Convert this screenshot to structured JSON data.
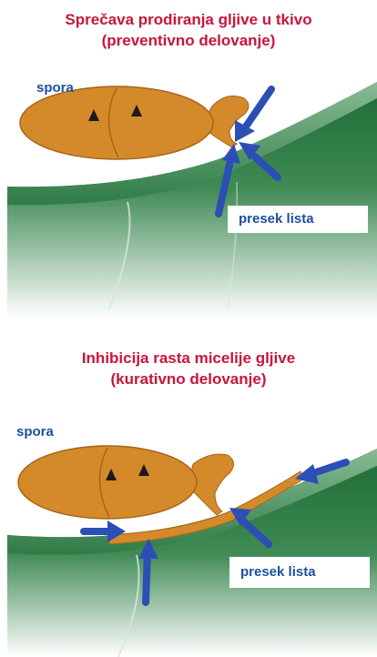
{
  "panels": [
    {
      "title_line1": "Sprečava prodiranja gljive u tkivo",
      "title_line2": "(preventivno delovanje)",
      "spore_label": "spora",
      "section_label": "presek lista"
    },
    {
      "title_line1": "Inhibicija rasta micelije gljive",
      "title_line2": "(kurativno delovanje)",
      "spore_label": "spora",
      "section_label": "presek lista"
    }
  ],
  "colors": {
    "title": "#c8143c",
    "label": "#1e50a0",
    "spore": "#d48a2a",
    "leaf_dark": "#1f6b35",
    "arrow": "#2b4fb5"
  }
}
